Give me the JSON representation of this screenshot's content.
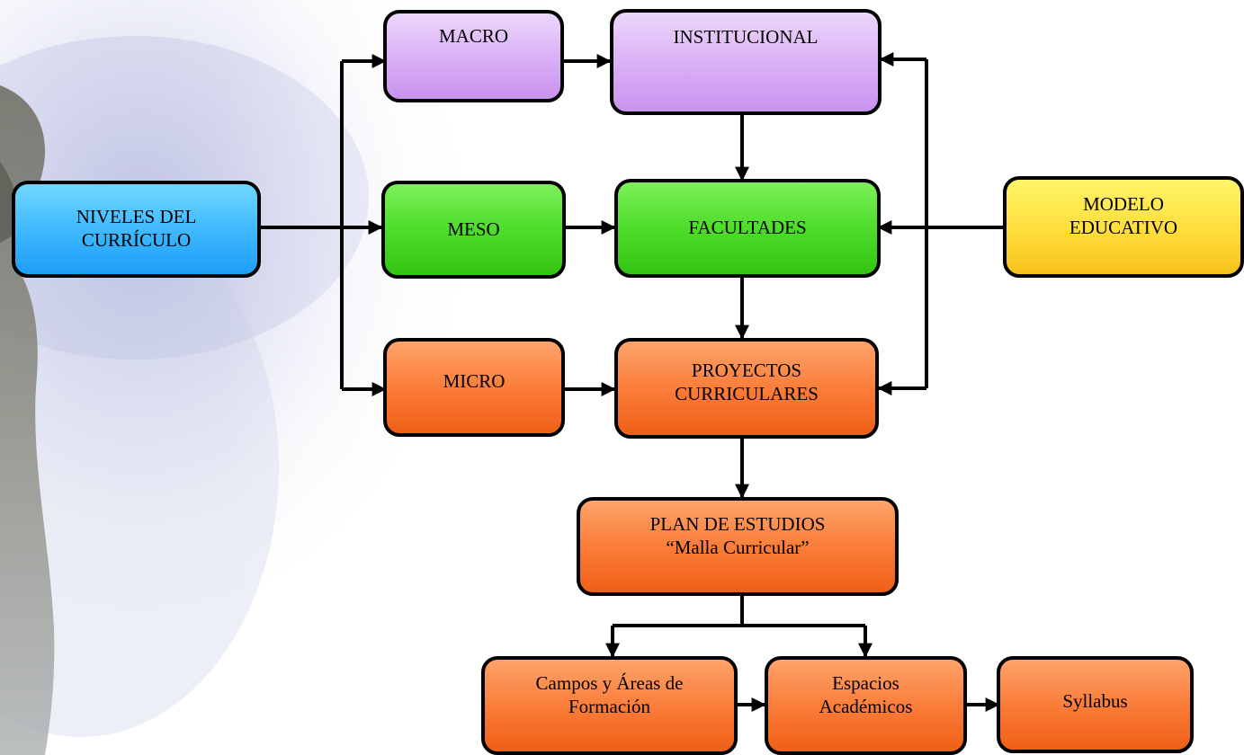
{
  "boxes": {
    "niveles": {
      "line1": "NIVELES DEL",
      "line2": "CURRÍCULO"
    },
    "macro": "MACRO",
    "institucional": "INSTITUCIONAL",
    "meso": "MESO",
    "facultades": "FACULTADES",
    "micro": "MICRO",
    "proyectos": {
      "line1": "PROYECTOS",
      "line2": "CURRICULARES"
    },
    "modelo": {
      "line1": "MODELO",
      "line2": "EDUCATIVO"
    },
    "plan": {
      "line1": "PLAN DE ESTUDIOS",
      "line2": "“Malla Curricular”"
    },
    "campos": {
      "line1": "Campos y Áreas de",
      "line2": "Formación"
    },
    "espacios": {
      "line1": "Espacios",
      "line2": "Académicos"
    },
    "syllabus": "Syllabus"
  },
  "colors": {
    "purple": "#d9aef5",
    "green": "#4ddd2a",
    "orange": "#fa7a35",
    "blue": "#3cb7ff",
    "yellow": "#ffdd3a",
    "border": "#000000"
  },
  "background": {
    "statue_image": "statue-silhouette"
  }
}
